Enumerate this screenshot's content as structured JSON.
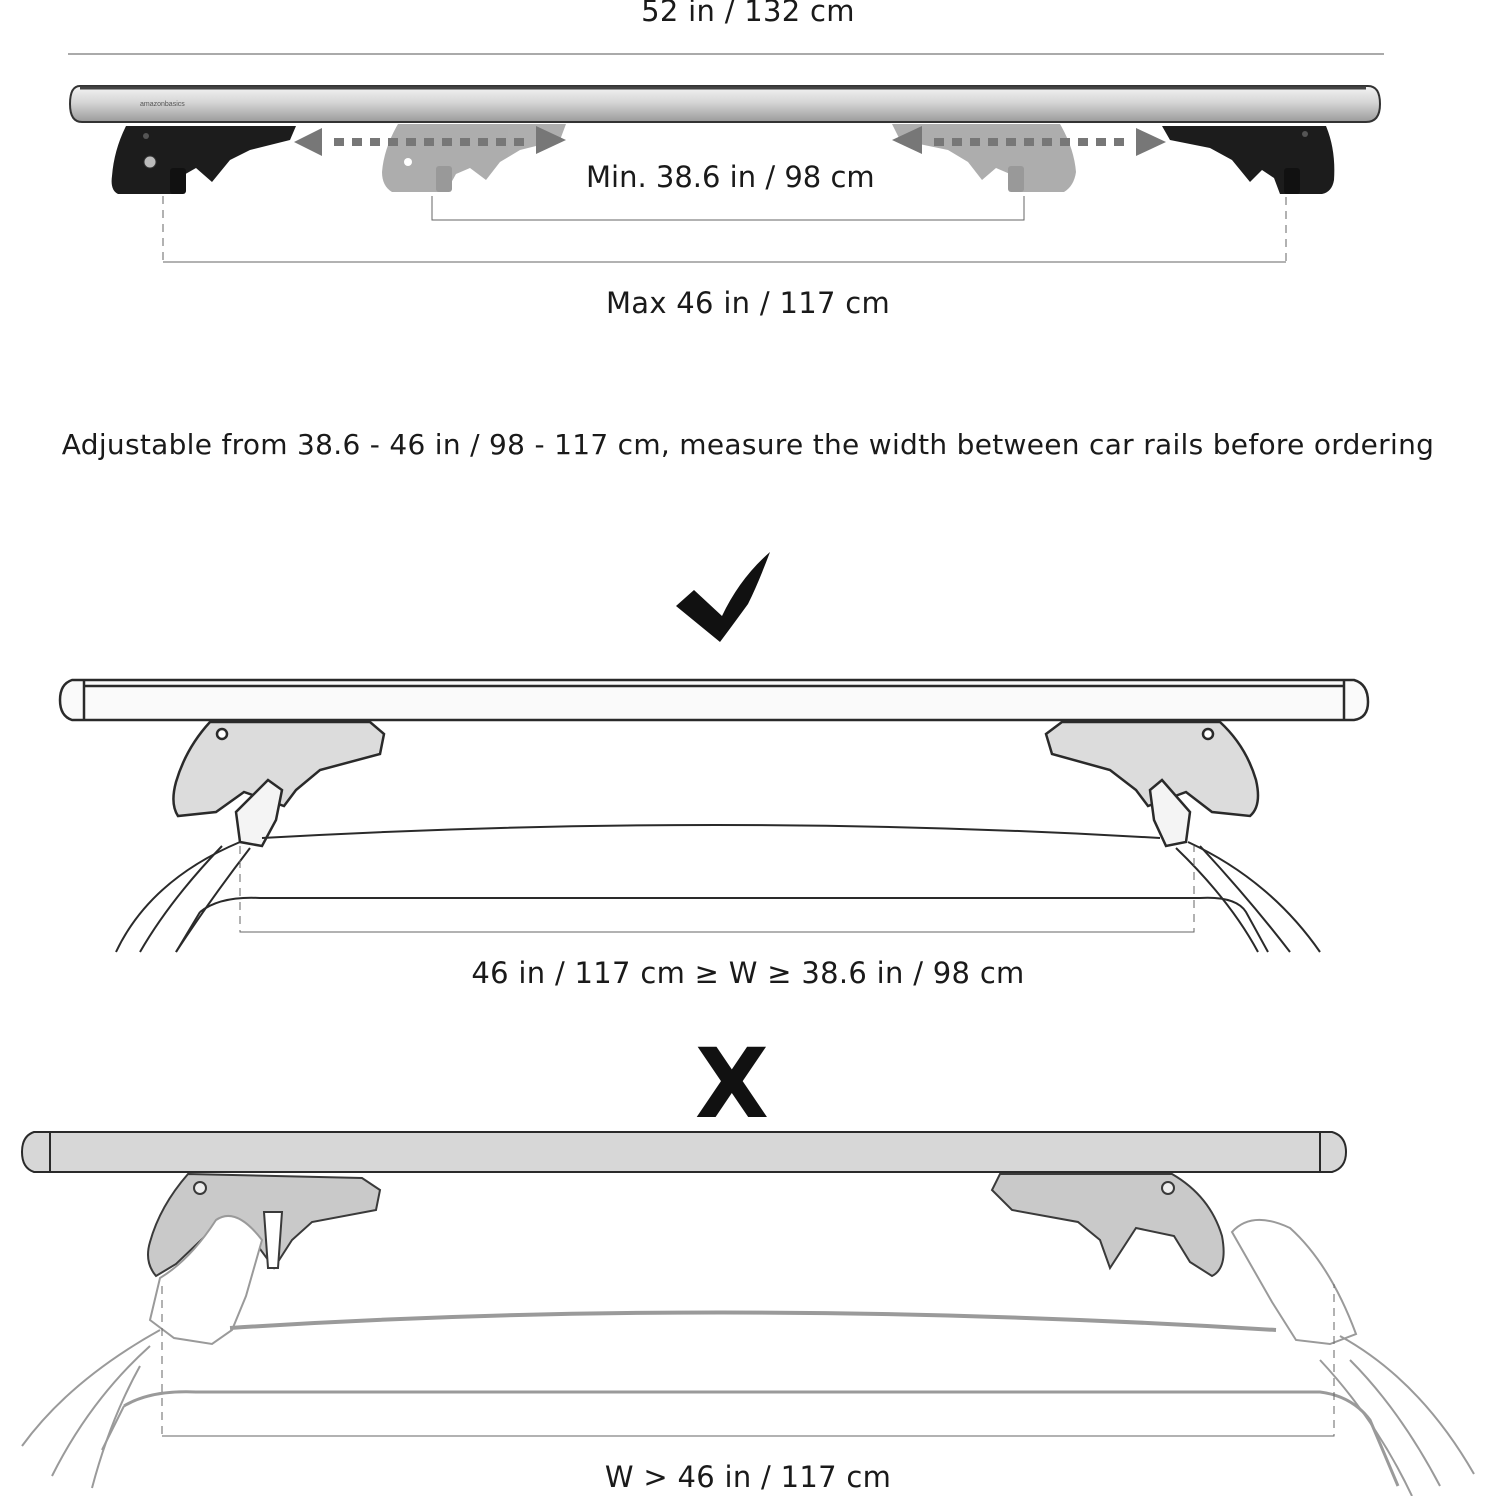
{
  "top_section": {
    "overall_length": "52 in / 132 cm",
    "min_distance": "Min. 38.6 in / 98 cm",
    "max_distance": "Max 46 in / 117 cm",
    "logo_text": "amazonbasics"
  },
  "instruction": "Adjustable from 38.6 - 46 in / 98 - 117 cm, measure the width between car rails before ordering",
  "correct_case": {
    "symbol": "check",
    "condition": "46 in  / 117 cm ≥ W ≥ 38.6 in / 98 cm"
  },
  "incorrect_case": {
    "symbol": "X",
    "condition": "W > 46 in / 117 cm"
  },
  "colors": {
    "text": "#1a1a1a",
    "bar_silver": "#d9d9d9",
    "foot_black": "#1c1c1c",
    "foot_ghost": "#9e9e9e",
    "line_art": "#2a2a2a",
    "line_faded": "#9a9a9a"
  }
}
